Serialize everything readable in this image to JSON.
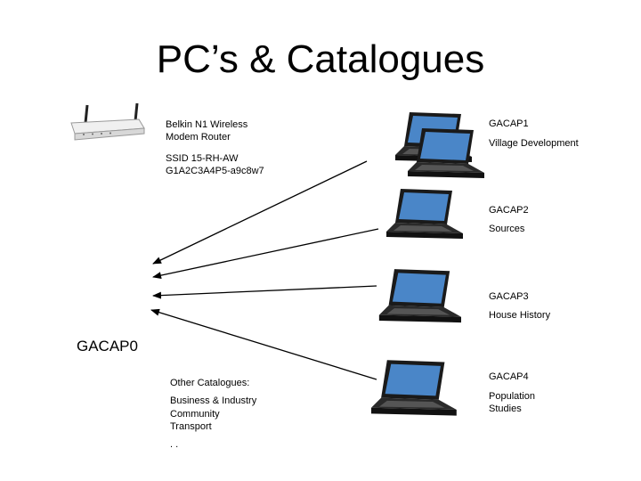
{
  "title": "PC’s & Catalogues",
  "router": {
    "line1": "Belkin N1 Wireless",
    "line2": "Modem Router",
    "ssid": "SSID 15-RH-AW",
    "key": "G1A2C3A4P5-a9c8w7"
  },
  "gacap0": "GACAP0",
  "computers": [
    {
      "name": "GACAP1",
      "desc": "Village Development"
    },
    {
      "name": "GACAP2",
      "desc": "Sources"
    },
    {
      "name": "GACAP3",
      "desc": "House History"
    },
    {
      "name": "GACAP4",
      "desc_line1": "Population",
      "desc_line2": "Studies"
    }
  ],
  "other": {
    "heading": "Other Catalogues:",
    "items": [
      "Business & Industry",
      "Community",
      "Transport"
    ],
    "more": ". ."
  }
}
